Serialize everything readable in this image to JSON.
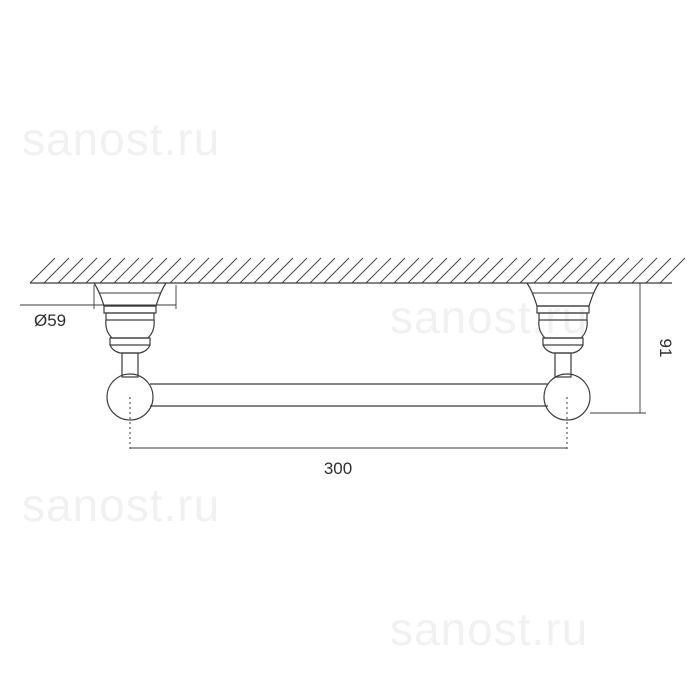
{
  "dimensions": {
    "base_diameter": "Ø59",
    "bar_length": "300",
    "projection": "91"
  },
  "watermarks": [
    "sanost.ru",
    "sanost.ru",
    "sanost.ru",
    "sanost.ru"
  ],
  "colors": {
    "line": "#3a3a3a",
    "watermark": "#f1f1f1",
    "background": "#ffffff"
  }
}
